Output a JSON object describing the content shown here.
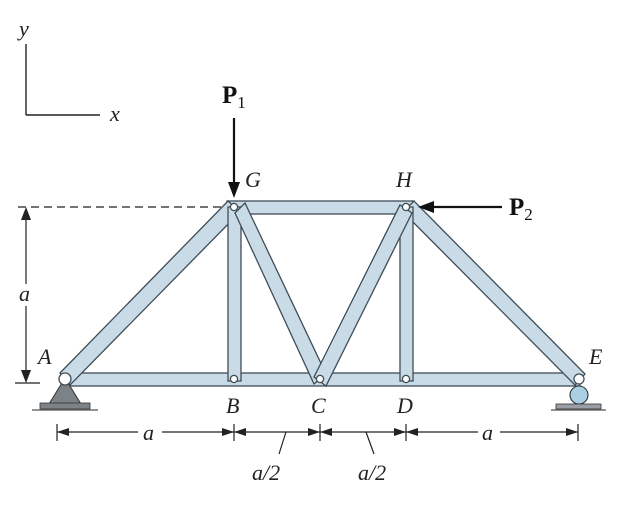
{
  "axes": {
    "y_label": "y",
    "x_label": "x"
  },
  "nodes": {
    "A": "A",
    "B": "B",
    "C": "C",
    "D": "D",
    "E": "E",
    "G": "G",
    "H": "H"
  },
  "loads": {
    "p1": {
      "letter": "P",
      "sub": "1"
    },
    "p2": {
      "letter": "P",
      "sub": "2"
    }
  },
  "dimensions": {
    "height": "a",
    "span_ab": "a",
    "span_bc": "a/2",
    "span_cd": "a/2",
    "span_de": "a"
  },
  "colors": {
    "member_fill": "#c9dbe6",
    "member_stroke": "#3f4c56",
    "roller": "#a9cfe3",
    "support": "#7d8287"
  }
}
